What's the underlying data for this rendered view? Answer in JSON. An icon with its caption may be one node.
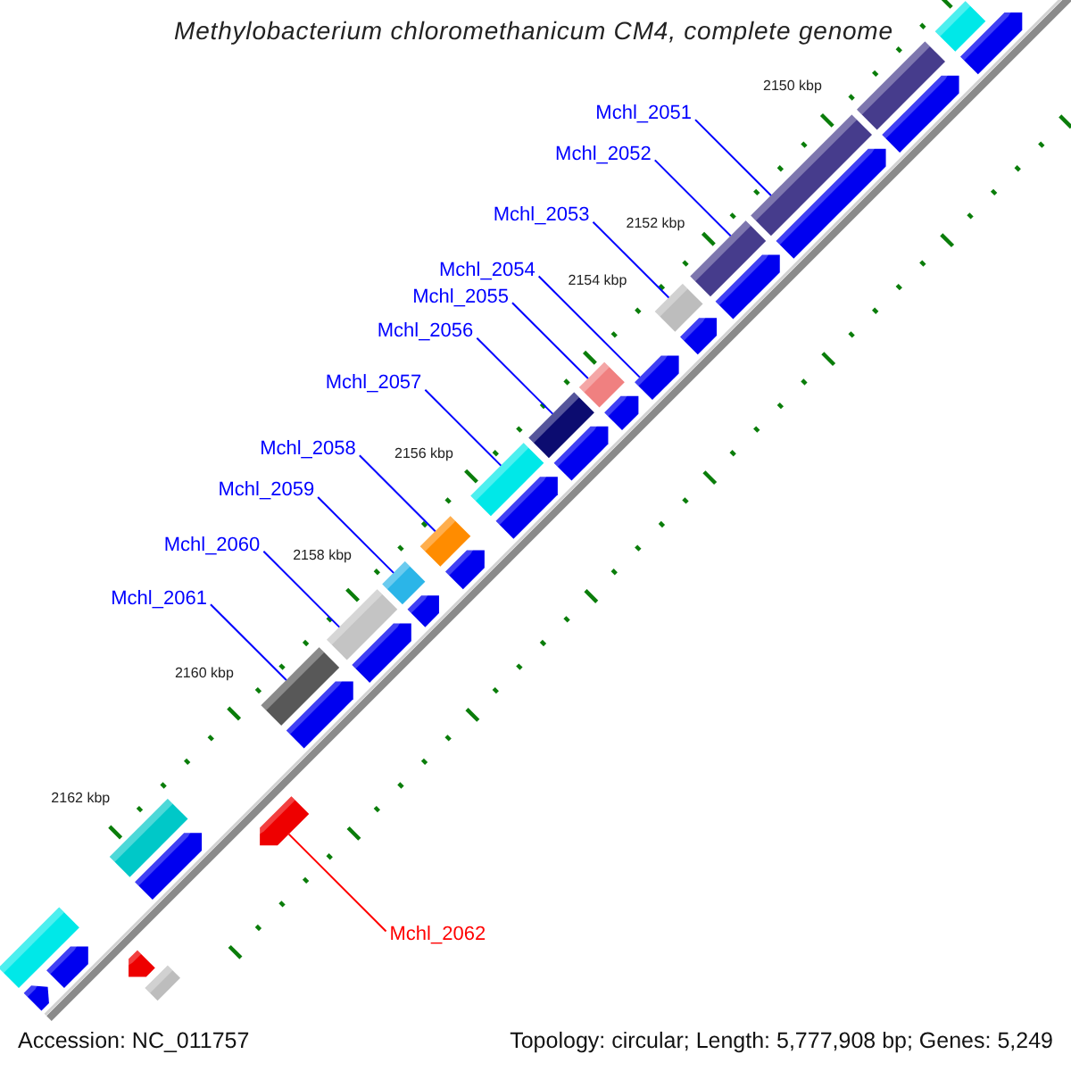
{
  "diagram": {
    "title": "Methylobacterium chloromethanicum CM4, complete genome",
    "nodes": [
      {
        "text": [
          "Mchl_2051"
        ]
      },
      {
        "text": [
          "Mchl_2052"
        ]
      },
      {
        "text": [
          "Mchl_2053"
        ]
      },
      {
        "text": [
          "Mchl_2054"
        ]
      },
      {
        "text": [
          "Mchl_2055"
        ]
      },
      {
        "text": [
          "Mchl_2056"
        ]
      },
      {
        "text": [
          "Mchl_2057"
        ]
      },
      {
        "text": [
          "Mchl_2058"
        ]
      },
      {
        "text": [
          "Mchl_2059"
        ]
      },
      {
        "text": [
          "Mchl_2060"
        ]
      },
      {
        "text": [
          "Mchl_2061"
        ]
      },
      {
        "text": [
          "Mchl_2062"
        ]
      },
      {
        "text": [],
        "shape": "bar"
      },
      {
        "text": [],
        "shape": "bar"
      },
      {
        "text": [],
        "shape": "bar"
      },
      {
        "text": [],
        "shape": "arrow"
      },
      {
        "text": [],
        "shape": "bar"
      },
      {
        "text": [],
        "shape": "bar"
      },
      {
        "text": [],
        "shape": "bar"
      },
      {
        "text": [],
        "shape": "bar"
      },
      {
        "text": [],
        "shape": "bar"
      },
      {
        "text": [],
        "shape": "bar"
      },
      {
        "text": [],
        "shape": "bar"
      },
      {
        "text": [],
        "shape": "arrow"
      },
      {
        "text": [],
        "shape": "bar"
      },
      {
        "text": [],
        "shape": "arrow"
      },
      {
        "text": [],
        "shape": "bar"
      },
      {
        "text": [],
        "shape": "arrow"
      },
      {
        "text": [],
        "shape": "arrow"
      },
      {
        "text": [],
        "shape": "arrow"
      },
      {
        "text": [],
        "shape": "arrow"
      },
      {
        "text": [],
        "shape": "arrow"
      },
      {
        "text": [],
        "shape": "arrow"
      },
      {
        "text": [],
        "shape": "arrow"
      },
      {
        "text": [],
        "shape": "arrow"
      },
      {
        "text": [],
        "shape": "arrow"
      },
      {
        "text": [],
        "shape": "arrow"
      },
      {
        "text": [],
        "shape": "arrow"
      },
      {
        "text": [],
        "shape": "bar"
      },
      {
        "text": [],
        "shape": "arrow"
      },
      {
        "text": [],
        "shape": "bar"
      },
      {
        "text": [],
        "shape": "arrow"
      },
      {
        "text": [],
        "shape": "arrow"
      },
      {
        "text": [],
        "shape": "bar"
      },
      {
        "text": [],
        "shape": "arrow"
      }
    ],
    "edges": [
      {
        "from": 0,
        "to": 12,
        "arrow": "none"
      },
      {
        "from": 1,
        "to": 13,
        "arrow": "none"
      },
      {
        "from": 2,
        "to": 14,
        "arrow": "none"
      },
      {
        "from": 3,
        "to": 15,
        "arrow": "none"
      },
      {
        "from": 4,
        "to": 16,
        "arrow": "none"
      },
      {
        "from": 5,
        "to": 17,
        "arrow": "none"
      },
      {
        "from": 6,
        "to": 18,
        "arrow": "none"
      },
      {
        "from": 7,
        "to": 19,
        "arrow": "none"
      },
      {
        "from": 8,
        "to": 20,
        "arrow": "none"
      },
      {
        "from": 9,
        "to": 21,
        "arrow": "none"
      },
      {
        "from": 10,
        "to": 22,
        "arrow": "none"
      },
      {
        "from": 11,
        "to": 23,
        "arrow": "none",
        "color": "#ff0000"
      }
    ],
    "labels": [
      "2150 kbp",
      "2152 kbp",
      "2154 kbp",
      "2156 kbp",
      "2158 kbp",
      "2160 kbp",
      "2162 kbp",
      "Accession: NC_011757",
      "Topology: circular; Length: 5,777,908 bp; Genes: 5,249"
    ]
  }
}
